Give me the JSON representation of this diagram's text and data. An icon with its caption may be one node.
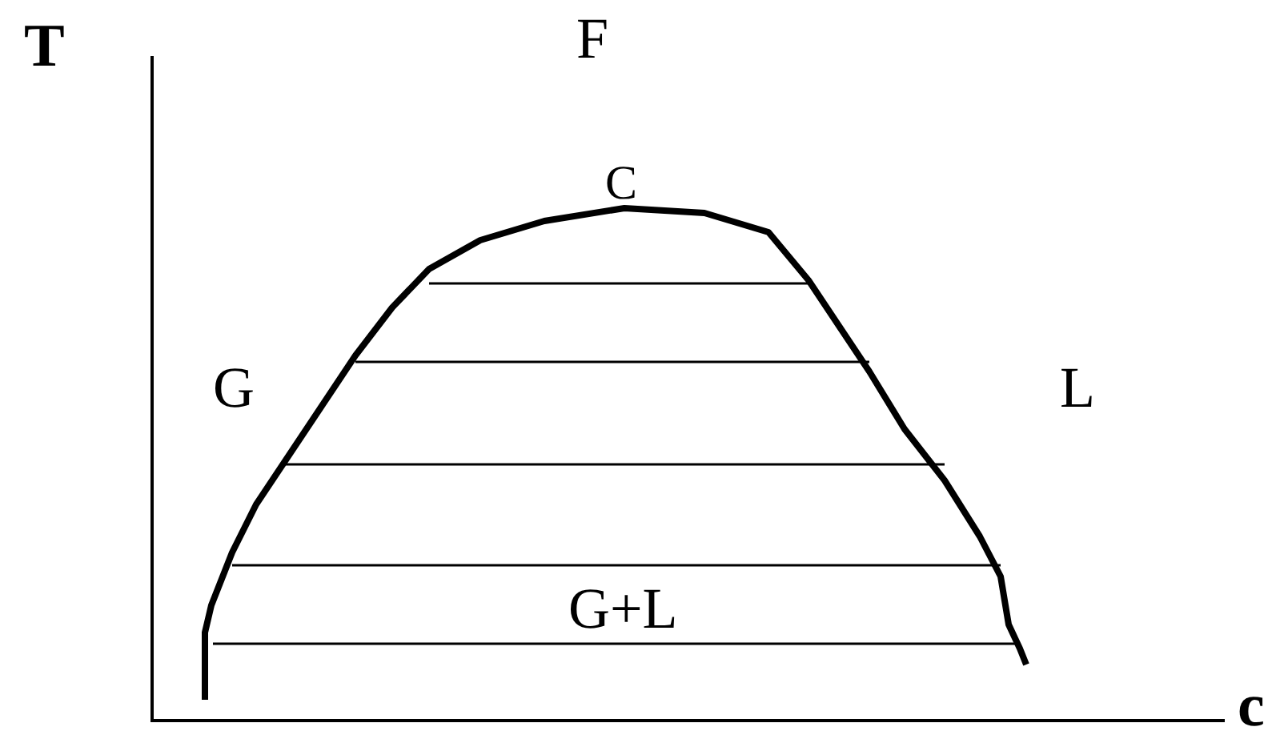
{
  "diagram": {
    "labels": [
      "T",
      "F",
      "C",
      "G",
      "L",
      "G+L",
      "c"
    ]
  }
}
